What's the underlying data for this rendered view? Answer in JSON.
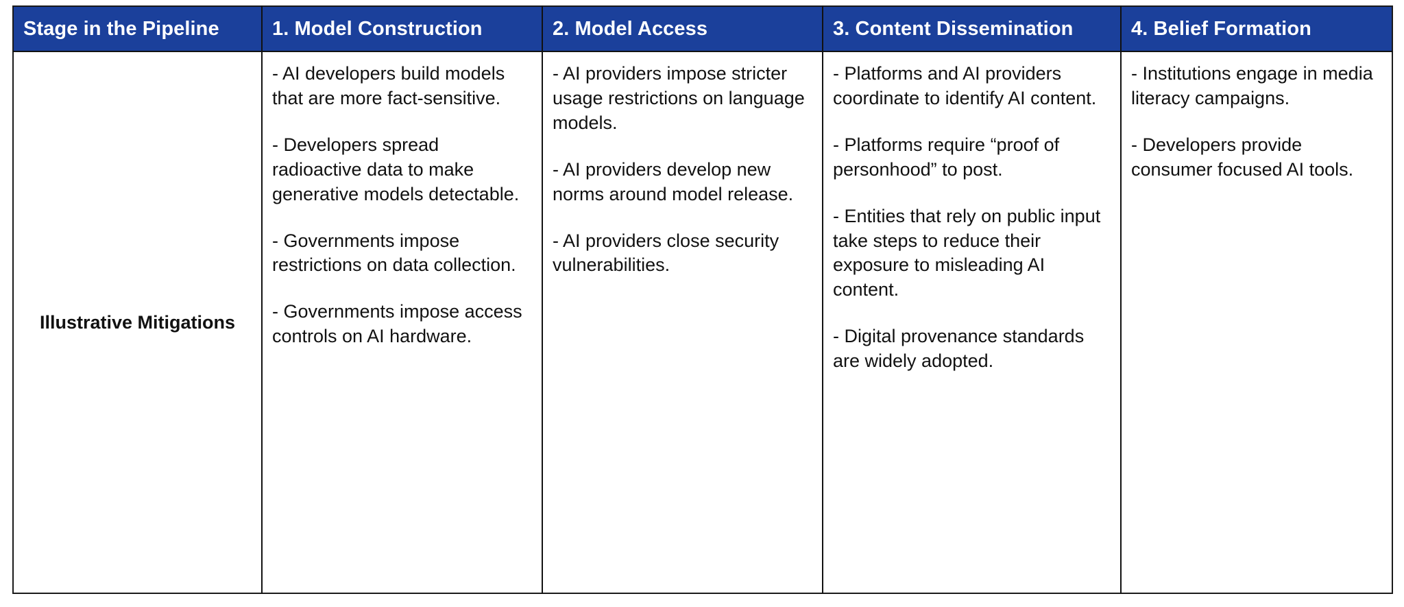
{
  "table": {
    "headers": [
      "Stage in the Pipeline",
      "1. Model Construction",
      "2. Model Access",
      "3. Content Dissemination",
      "4. Belief Formation"
    ],
    "row_label": "Illustrative Mitigations",
    "columns": [
      {
        "stage": "1. Model Construction",
        "items": [
          "- AI developers build models that are more fact-sensitive.",
          "- Developers spread radioactive data to make generative models detectable.",
          "- Governments impose restrictions on data collection.",
          "- Governments impose access controls on AI hardware."
        ]
      },
      {
        "stage": "2. Model Access",
        "items": [
          "- AI providers impose stricter usage restrictions on language models.",
          "- AI providers develop new norms around model release.",
          "- AI providers close security vulnerabilities."
        ]
      },
      {
        "stage": "3. Content Dissemination",
        "items": [
          "- Platforms and AI providers coordinate to identify AI content.",
          "- Platforms require “proof of personhood” to post.",
          "- Entities that rely on public input take steps to reduce their exposure to misleading AI content.",
          "- Digital provenance standards are widely adopted."
        ]
      },
      {
        "stage": "4. Belief Formation",
        "items": [
          "- Institutions engage in media literacy campaigns.",
          "- Developers provide consumer focused AI tools."
        ]
      }
    ]
  },
  "colors": {
    "header_background": "#1B409B",
    "header_text": "#FFFFFF",
    "border": "#111111",
    "body_text": "#111111",
    "page_background": "#FFFFFF"
  }
}
